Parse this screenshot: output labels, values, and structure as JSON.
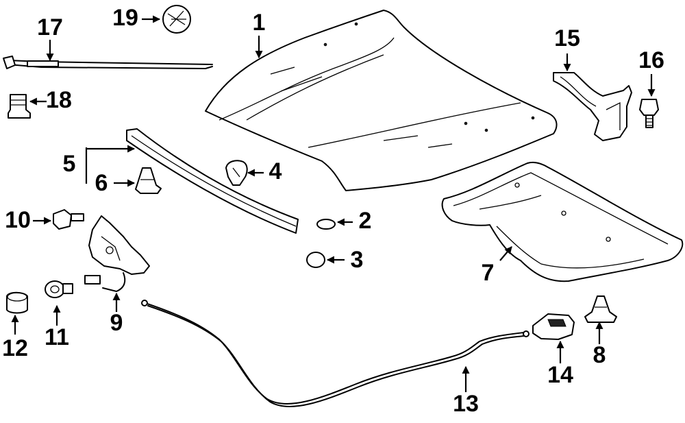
{
  "callouts": {
    "c1": "1",
    "c2": "2",
    "c3": "3",
    "c4": "4",
    "c5": "5",
    "c6": "6",
    "c7": "7",
    "c8": "8",
    "c9": "9",
    "c10": "10",
    "c11": "11",
    "c12": "12",
    "c13": "13",
    "c14": "14",
    "c15": "15",
    "c16": "16",
    "c17": "17",
    "c18": "18",
    "c19": "19"
  },
  "colors": {
    "line": "#000000",
    "background": "#ffffff"
  },
  "icons": {
    "arrowhead": "arrow-head-icon"
  }
}
